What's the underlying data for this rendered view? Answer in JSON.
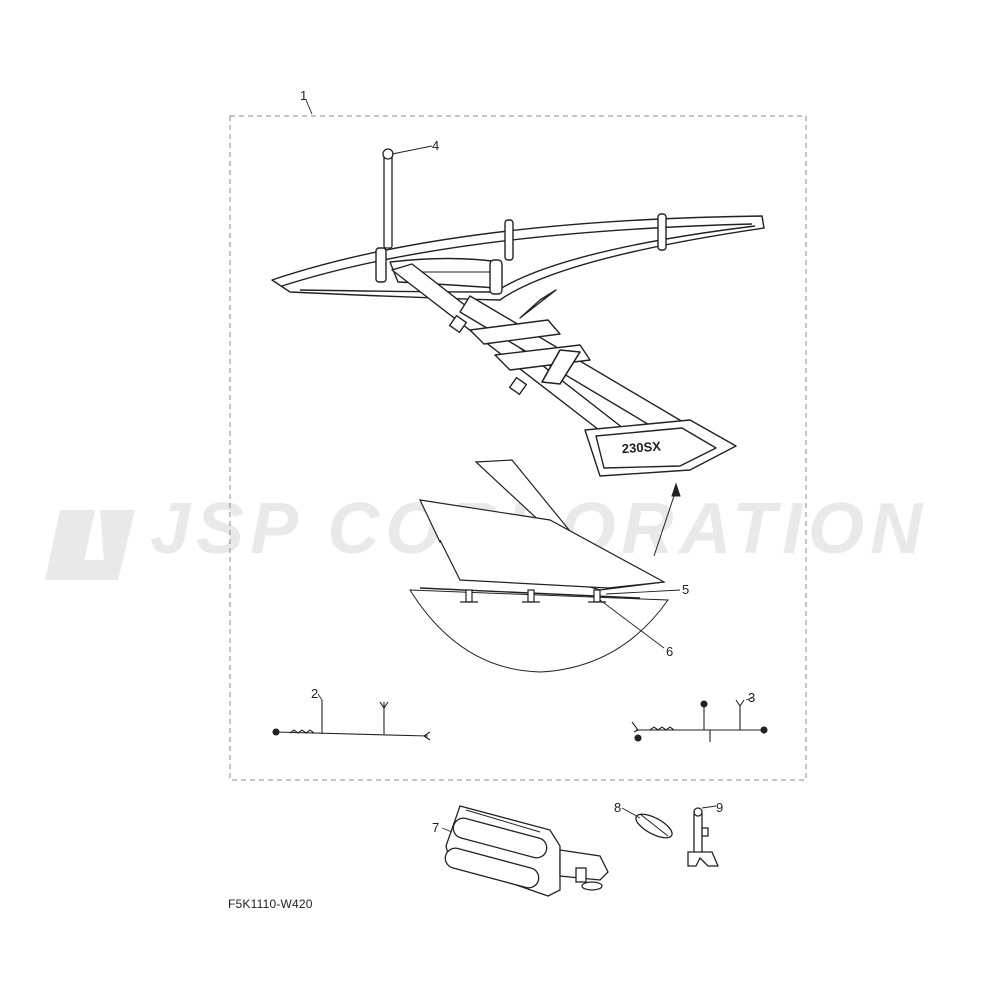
{
  "watermark": {
    "text": "JSP CORPORATION"
  },
  "diagram": {
    "part_code": "F5K1110-W420",
    "callouts": [
      {
        "id": "1",
        "label": "1"
      },
      {
        "id": "2",
        "label": "2"
      },
      {
        "id": "3",
        "label": "3"
      },
      {
        "id": "4",
        "label": "4"
      },
      {
        "id": "5",
        "label": "5"
      },
      {
        "id": "6",
        "label": "6"
      },
      {
        "id": "7",
        "label": "7"
      },
      {
        "id": "8",
        "label": "8"
      },
      {
        "id": "9",
        "label": "9"
      }
    ],
    "decal_text": "230SX"
  }
}
